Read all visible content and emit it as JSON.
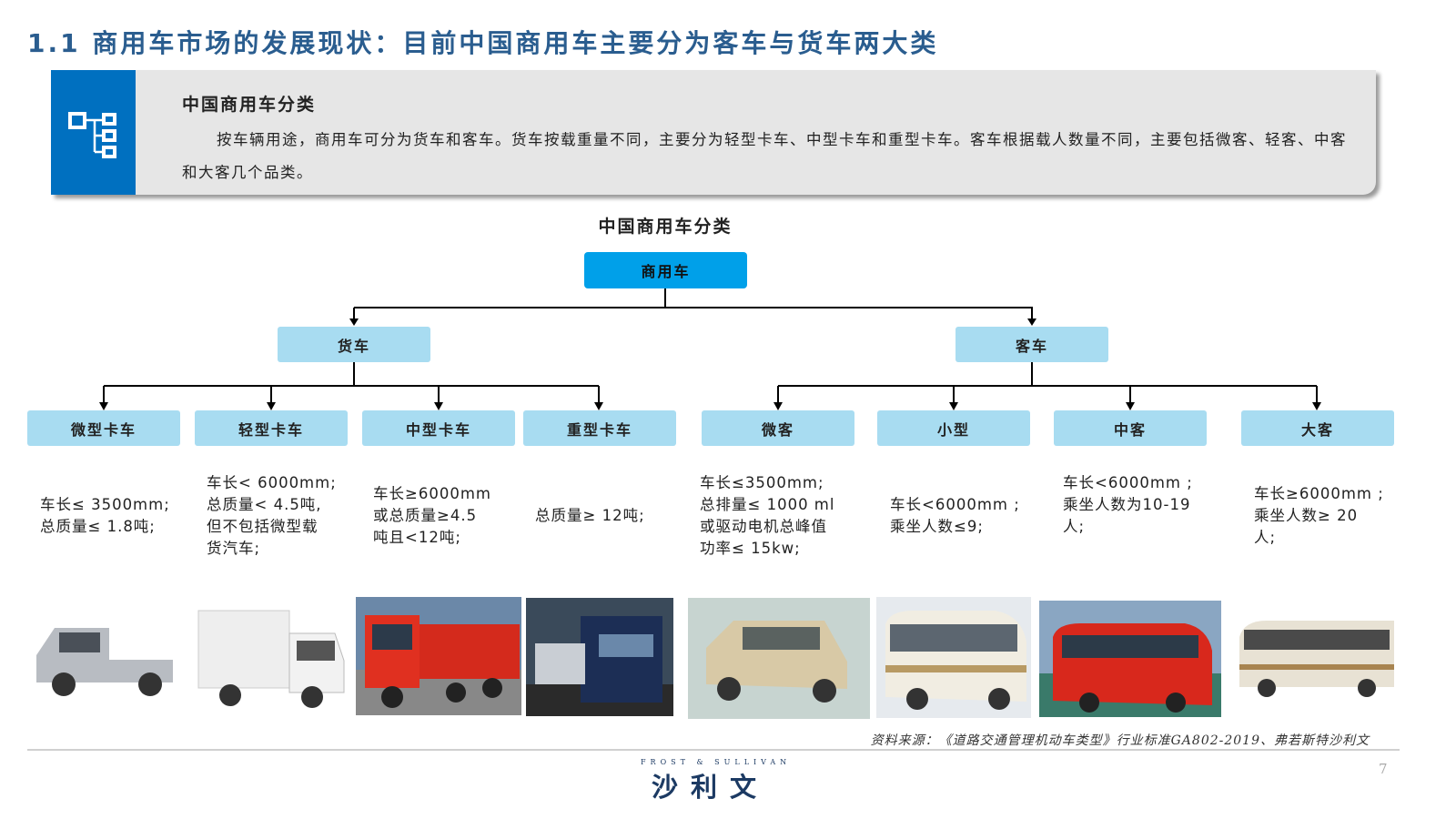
{
  "title": "1.1 商用车市场的发展现状：目前中国商用车主要分为客车与货车两大类",
  "panel": {
    "icon": "hierarchy-icon",
    "heading": "中国商用车分类",
    "body": "按车辆用途，商用车可分为货车和客车。货车按载重量不同，主要分为轻型卡车、中型卡车和重型卡车。客车根据载人数量不同，主要包括微客、轻客、中客和大客几个品类。"
  },
  "diagram": {
    "title": "中国商用车分类",
    "root": "商用车",
    "groups": [
      {
        "label": "货车",
        "children": [
          {
            "label": "微型卡车",
            "desc": "车长≤ 3500mm;\n总质量≤ 1.8吨;"
          },
          {
            "label": "轻型卡车",
            "desc": "车长< 6000mm;\n总质量< 4.5吨,\n但不包括微型载\n货汽车;"
          },
          {
            "label": "中型卡车",
            "desc": "车长≥6000mm\n或总质量≥4.5\n吨且<12吨;"
          },
          {
            "label": "重型卡车",
            "desc": "总质量≥ 12吨;"
          }
        ]
      },
      {
        "label": "客车",
        "children": [
          {
            "label": "微客",
            "desc": "车长≤3500mm;\n总排量≤ 1000 ml\n或驱动电机总峰值\n功率≤ 15kw;"
          },
          {
            "label": "小型",
            "desc": "车长<6000mm ;\n乘坐人数≤9;"
          },
          {
            "label": "中客",
            "desc": "车长<6000mm ;\n乘坐人数为10-19\n人;"
          },
          {
            "label": "大客",
            "desc": "车长≥6000mm ;\n乘坐人数≥ 20\n人;"
          }
        ]
      }
    ]
  },
  "source": "资料来源：《道路交通管理机动车类型》行业标准GA802-2019、弗若斯特沙利文",
  "footer": {
    "logo_en": "FROST & SULLIVAN",
    "logo_cn": "沙利文",
    "page": "7"
  },
  "colors": {
    "title": "#2a5d8f",
    "root": "#00a0e9",
    "node": "#a8dcf1",
    "icon_bg": "#0070c0"
  }
}
